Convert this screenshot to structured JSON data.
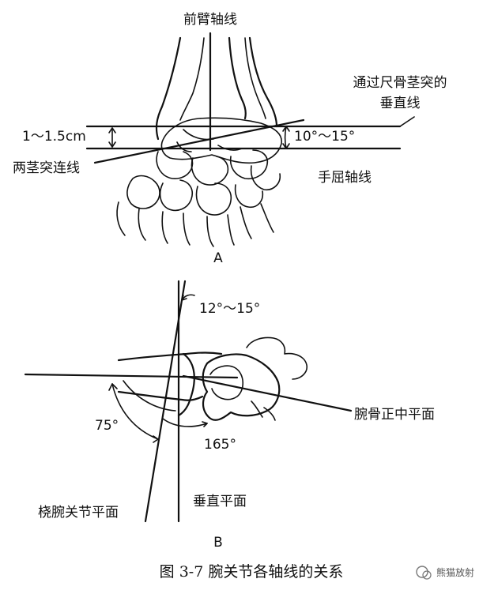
{
  "panel_a": {
    "letter": "A",
    "labels": {
      "forearm_axis": "前臂轴线",
      "vertical_line_l1": "通过尺骨茎突的",
      "vertical_line_l2": "垂直线",
      "distance": "1～1.5cm",
      "angle": "10°～15°",
      "styloid_line": "两茎突连线",
      "hand_axis": "手屈轴线"
    }
  },
  "panel_b": {
    "letter": "B",
    "labels": {
      "tilt_angle": "12°～15°",
      "median_plane": "腕骨正中平面",
      "angle_75": "75°",
      "angle_165": "165°",
      "radiocarpal_plane": "桡腕关节平面",
      "vertical_plane": "垂直平面"
    }
  },
  "caption": "图 3-7    腕关节各轴线的关系",
  "watermark": "熊猫放射"
}
